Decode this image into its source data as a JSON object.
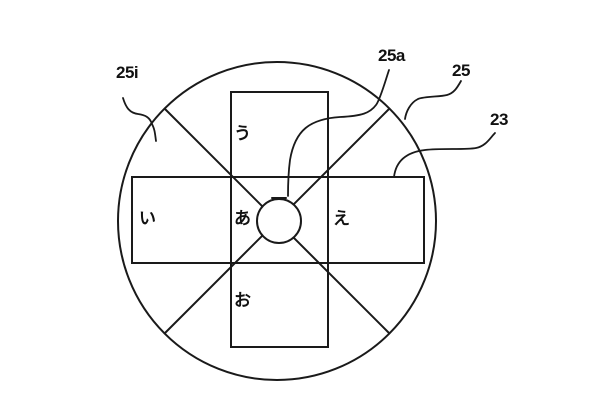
{
  "diagram": {
    "type": "patent-figure",
    "description": "Circular flick-input key layout with cross-shaped character key",
    "colors": {
      "line": "#1a1a1a",
      "background": "#ffffff"
    },
    "reference_labels": {
      "outer_region": "25i",
      "center_button": "25a",
      "circle": "25",
      "cross_key": "23"
    },
    "keys": {
      "center": "あ",
      "left": "い",
      "up": "う",
      "right": "え",
      "down": "お"
    }
  }
}
